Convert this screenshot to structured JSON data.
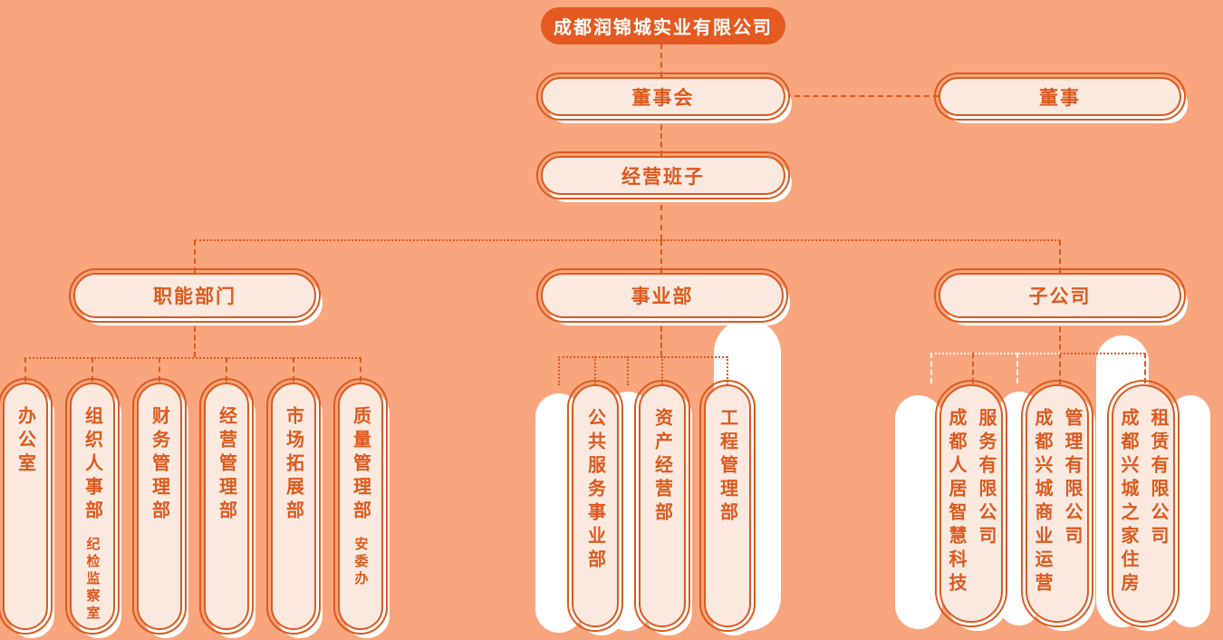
{
  "palette": {
    "background": "#F9A57D",
    "primary_orange": "#DC5A1E",
    "root_fill": "#E45A21",
    "node_fill": "#FCEAE1",
    "shadow_white": "#FFFFFF"
  },
  "nodes": {
    "root": {
      "label": "成都润锦城实业有限公司"
    },
    "board": {
      "label": "董事会"
    },
    "directors": {
      "label": "董事"
    },
    "management": {
      "label": "经营班子"
    }
  },
  "branches": {
    "functional": {
      "label": "职能部门",
      "children": [
        {
          "label": "办公室"
        },
        {
          "label": "组织人事部",
          "sublabel": "纪检监察室"
        },
        {
          "label": "财务管理部"
        },
        {
          "label": "经营管理部"
        },
        {
          "label": "市场拓展部"
        },
        {
          "label": "质量管理部",
          "sublabel": "安委办"
        }
      ]
    },
    "business": {
      "label": "事业部",
      "children": [
        {
          "label": "公共服务事业部"
        },
        {
          "label": "资产经营部"
        },
        {
          "label": "工程管理部"
        }
      ]
    },
    "subsidiaries": {
      "label": "子公司",
      "children": [
        {
          "col1": "成都人居智慧科技",
          "col2": "服务有限公司"
        },
        {
          "col1": "成都兴城商业运营",
          "col2": "管理有限公司"
        },
        {
          "col1": "成都兴城之家住房",
          "col2": "租赁有限公司"
        }
      ]
    }
  }
}
